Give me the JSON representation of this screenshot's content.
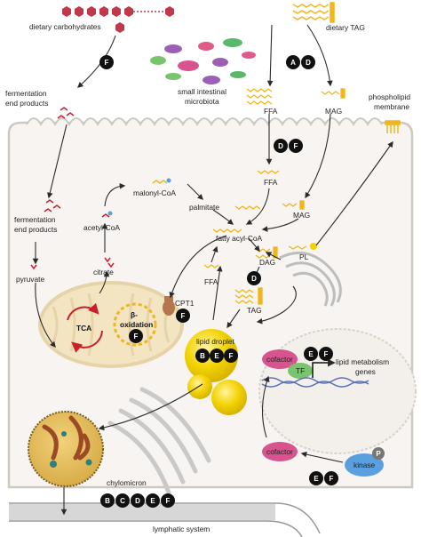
{
  "colors": {
    "arrow": "#2b2b2b",
    "cell_fill": "#f7f4f1",
    "cell_stroke": "#cfc8c0",
    "badge": "#111111",
    "lipid": "#f0b61d",
    "mito_fill": "#f3e4c2",
    "mito_stroke": "#e6d4a8",
    "red_arrow": "#c8202a",
    "carb": "#c0394b",
    "cpt1": "#b5764d",
    "cofactor": "#d8548e",
    "tf": "#7bc46f",
    "kinase": "#5aa0e0",
    "p_badge": "#777777",
    "dna": "#5b6fb5",
    "droplet": "#f2d200"
  },
  "labels": {
    "dietary_carbohydrates": "dietary carbohydrates",
    "dietary_tag": "dietary TAG",
    "fermentation_end_products": "fermentation",
    "fermentation_end_products_2": "end products",
    "small_intestinal": "small intestinal",
    "microbiota": "microbiota",
    "ffa": "FFA",
    "mag": "MAG",
    "phospholipid": "phospholipid",
    "membrane": "membrane",
    "ffa_inner": "FFA",
    "mag_inner": "MAG",
    "malonyl_coa": "malonyl-CoA",
    "palmitate": "palmitate",
    "ferm_inner": "fermentation",
    "ferm_inner_2": "end products",
    "acetyl_coa": "acetyl-CoA",
    "fatty_acyl_coa": "fatty acyl-CoA",
    "citrate": "citrate",
    "pyruvate": "pyruvate",
    "ffa_mid": "FFA",
    "dag": "DAG",
    "pl": "PL",
    "cpt1": "CPT1",
    "tag": "TAG",
    "tca": "TCA",
    "beta": "β-",
    "oxidation": "oxidation",
    "lipid_droplet": "lipid droplet",
    "cofactor_top": "cofactor",
    "tf": "TF",
    "lipid_metabolism": "lipid metabolism",
    "genes": "genes",
    "cofactor_bottom": "cofactor",
    "kinase": "kinase",
    "p": "P",
    "chylomicron": "chylomicron",
    "lymphatic_system": "lymphatic system"
  },
  "badges": {
    "carb_f": "F",
    "tag_a": "A",
    "tag_d": "D",
    "ffa_d": "D",
    "ffa_f": "F",
    "dag_d": "D",
    "cpt1_f": "F",
    "beta_f": "F",
    "ld_b": "B",
    "ld_e": "E",
    "ld_f": "F",
    "tf_e": "E",
    "tf_f": "F",
    "kin_e": "E",
    "kin_f": "F",
    "chylo_b": "B",
    "chylo_c": "C",
    "chylo_d": "D",
    "chylo_e": "E",
    "chylo_f": "F"
  }
}
